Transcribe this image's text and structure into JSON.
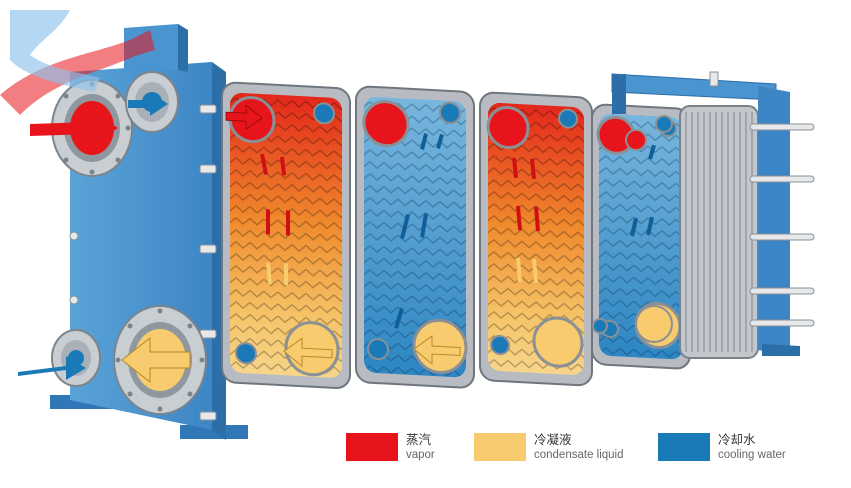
{
  "colors": {
    "vapor": "#e8141b",
    "condensate": "#f7cb6e",
    "cooling": "#1a7ab8",
    "frame": "#4a94cf",
    "frame_dark": "#2c6ea8",
    "gasket": "#b8bcc2"
  },
  "legend": [
    {
      "zh": "蒸汽",
      "en": "vapor",
      "color": "#e8141b"
    },
    {
      "zh": "冷凝液",
      "en": "condensate liquid",
      "color": "#f7cb6e"
    },
    {
      "zh": "冷却水",
      "en": "cooling water",
      "color": "#1a7ab8"
    }
  ],
  "plates": [
    {
      "kind": "hot"
    },
    {
      "kind": "cold"
    },
    {
      "kind": "hot"
    },
    {
      "kind": "cold"
    }
  ],
  "icons": [
    "vapor-inlet-arrow-icon",
    "condensate-outlet-arrow-icon",
    "cooling-water-arrow-icon"
  ]
}
